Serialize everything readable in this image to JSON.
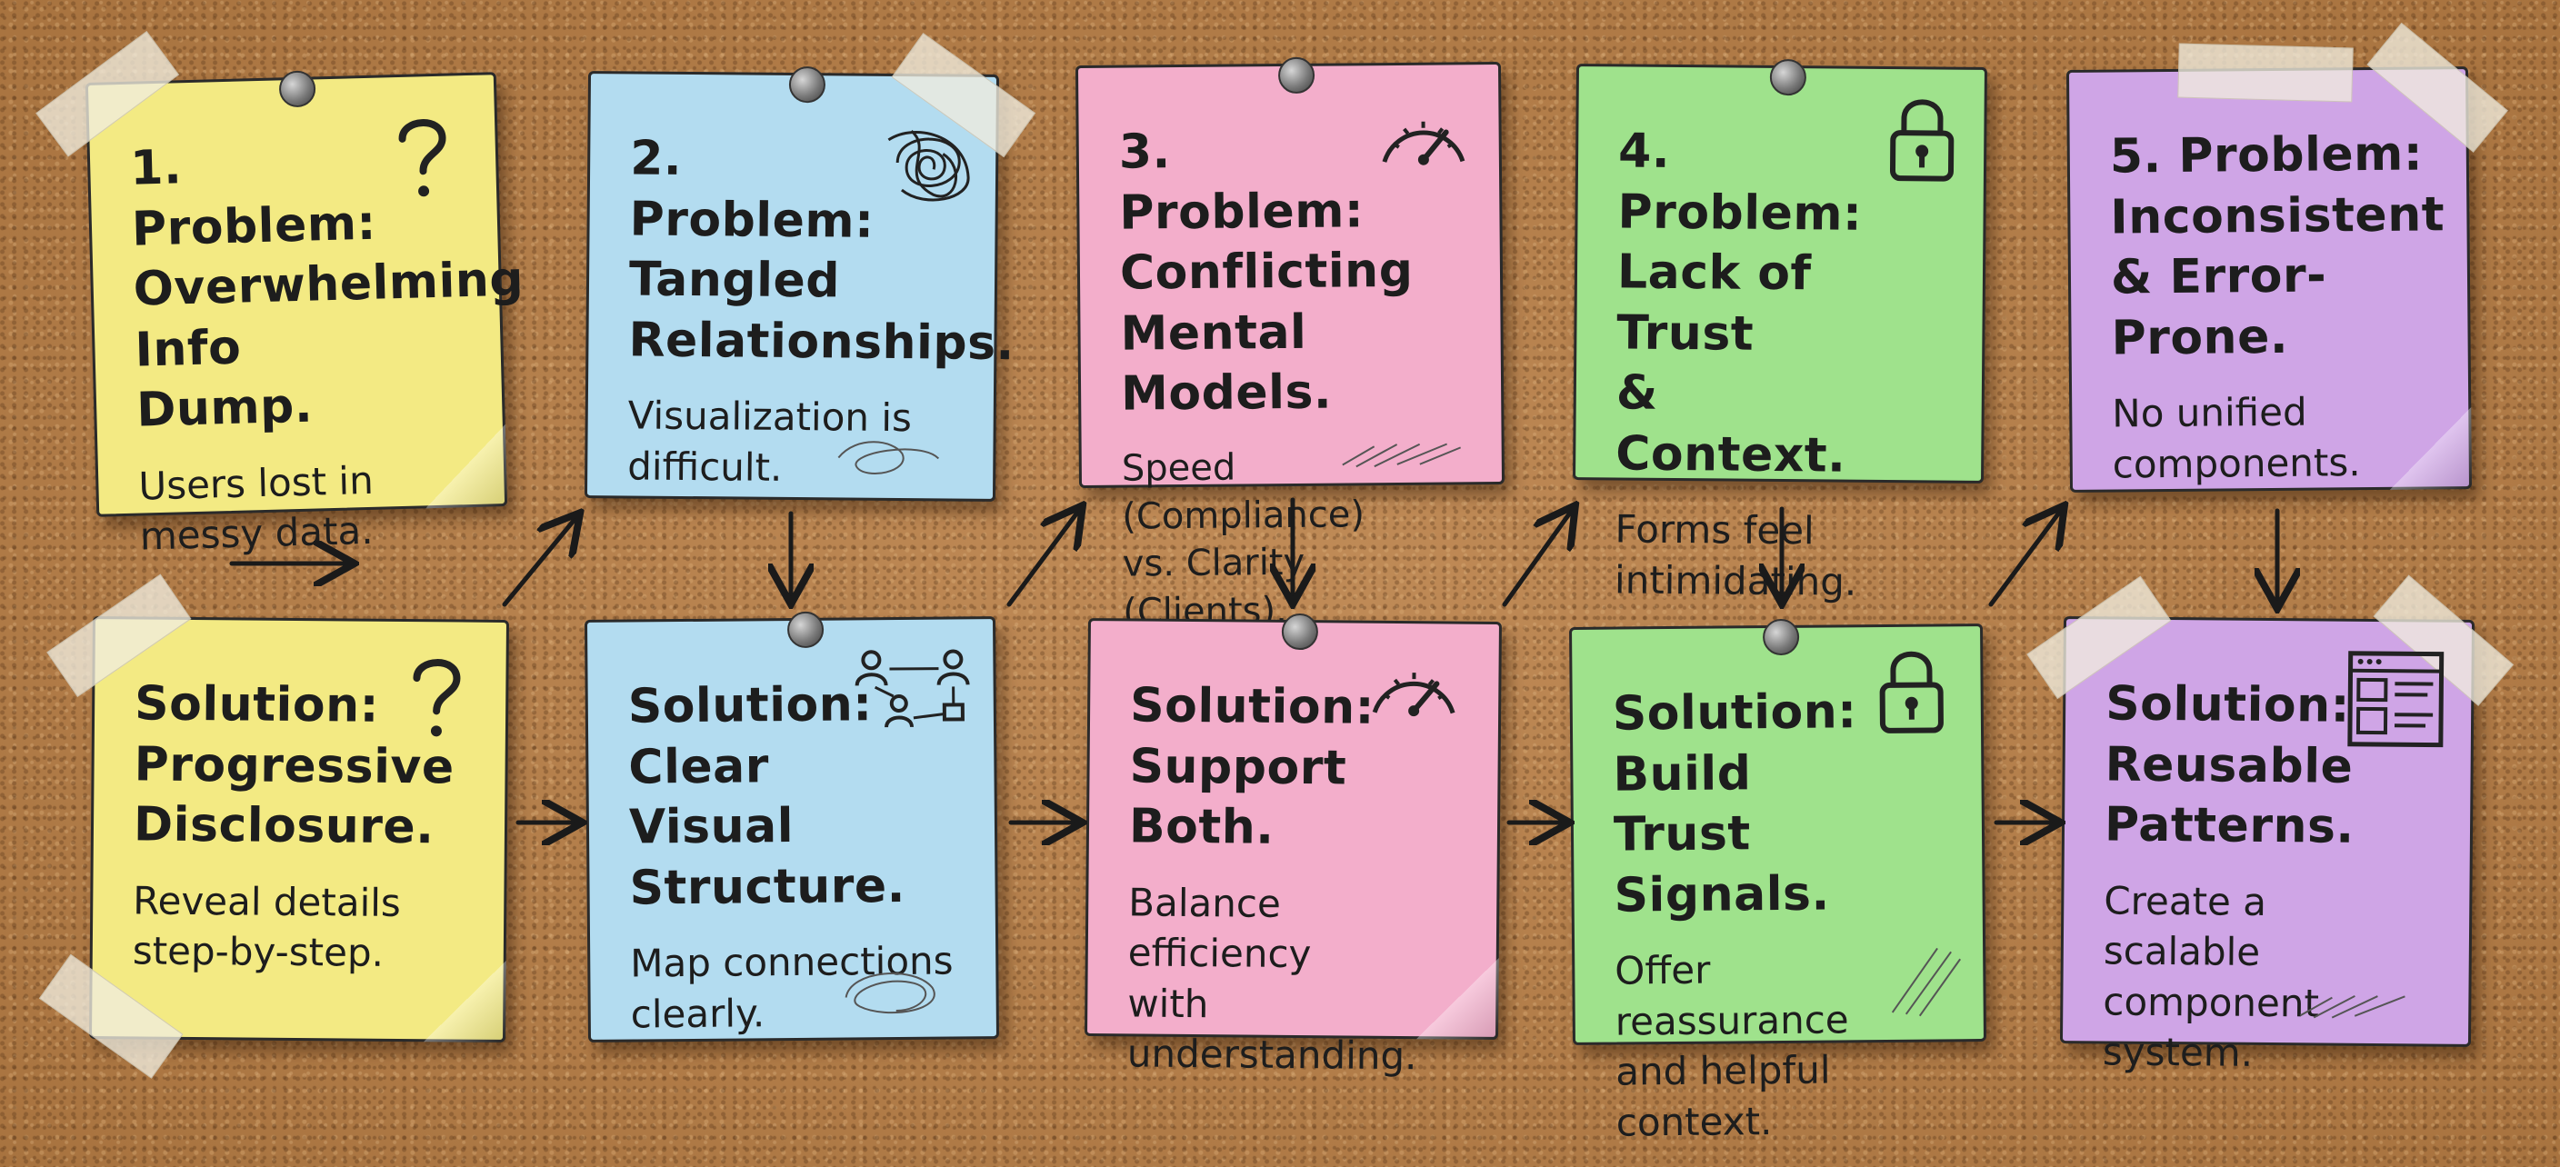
{
  "problems": [
    {
      "title": [
        "1. Problem:",
        "Overwhelming",
        "Info Dump."
      ],
      "desc": [
        "Users lost in",
        "messy data."
      ],
      "icon": "question-mark-icon"
    },
    {
      "title": [
        "2. Problem:",
        "Tangled",
        "Relationships."
      ],
      "desc": [
        "Visualization is",
        "difficult."
      ],
      "icon": "tangled-scribble-icon"
    },
    {
      "title": [
        "3. Problem:",
        "Conflicting",
        "Mental Models."
      ],
      "desc": [
        "Speed (Compliance)",
        "vs. Clarity (Clients)."
      ],
      "icon": "speedometer-icon"
    },
    {
      "title": [
        "4. Problem:",
        "Lack of Trust",
        "& Context."
      ],
      "desc": [
        "Forms feel",
        "intimidating."
      ],
      "icon": "padlock-icon"
    },
    {
      "title": [
        "5. Problem:",
        "Inconsistent",
        "& Error-Prone."
      ],
      "desc": [
        "No unified",
        "components."
      ],
      "icon": ""
    }
  ],
  "solutions": [
    {
      "title": [
        "Solution:",
        "Progressive",
        "Disclosure."
      ],
      "desc": [
        "Reveal details",
        "step-by-step."
      ],
      "icon": "question-mark-icon"
    },
    {
      "title": [
        "Solution:",
        "Clear Visual",
        "Structure."
      ],
      "desc": [
        "Map connections",
        "clearly."
      ],
      "icon": "network-people-icon"
    },
    {
      "title": [
        "Solution:",
        "Support Both."
      ],
      "desc": [
        "Balance efficiency",
        "with",
        "understanding."
      ],
      "icon": "speedometer-icon"
    },
    {
      "title": [
        "Solution:",
        "Build Trust",
        "Signals."
      ],
      "desc": [
        "Offer reassurance",
        "and helpful",
        "context."
      ],
      "icon": "padlock-icon"
    },
    {
      "title": [
        "Solution:",
        "Reusable",
        "Patterns."
      ],
      "desc": [
        "Create a scalable",
        "component system."
      ],
      "icon": "browser-window-icon"
    }
  ],
  "colors": {
    "board": "#b8834f",
    "yellow": "#f3ea83",
    "blue": "#b3dcf0",
    "pink": "#f3aecb",
    "green": "#9fe28c",
    "purple": "#cfa5e6",
    "ink": "#1d1d1d"
  }
}
